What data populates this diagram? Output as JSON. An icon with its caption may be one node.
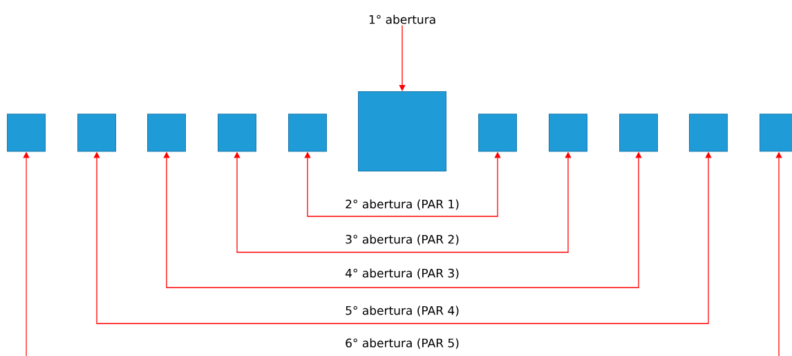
{
  "diagram": {
    "nodes": [
      {
        "text": [
          "1° abertura"
        ]
      },
      {
        "text": [],
        "shape": "box"
      },
      {
        "text": [],
        "shape": "box"
      },
      {
        "text": [],
        "shape": "box"
      },
      {
        "text": [],
        "shape": "box"
      },
      {
        "text": [],
        "shape": "box"
      },
      {
        "text": [],
        "shape": "box"
      },
      {
        "text": [],
        "shape": "box"
      },
      {
        "text": [],
        "shape": "box"
      },
      {
        "text": [],
        "shape": "box"
      },
      {
        "text": [],
        "shape": "box"
      },
      {
        "text": [],
        "shape": "box"
      }
    ],
    "edges": [
      {
        "from": 0,
        "to": 6,
        "arrow": "to"
      },
      {
        "from": 5,
        "to": 7,
        "arrow": "both",
        "label": "2° abertura (PAR 1)"
      },
      {
        "from": 4,
        "to": 8,
        "arrow": "both",
        "label": "3° abertura (PAR 2)"
      },
      {
        "from": 3,
        "to": 9,
        "arrow": "both",
        "label": "4° abertura (PAR 3)"
      },
      {
        "from": 2,
        "to": 10,
        "arrow": "both",
        "label": "5° abertura (PAR 4)"
      },
      {
        "from": 1,
        "to": 11,
        "arrow": "both",
        "label": "6° abertura (PAR 5)"
      }
    ]
  }
}
